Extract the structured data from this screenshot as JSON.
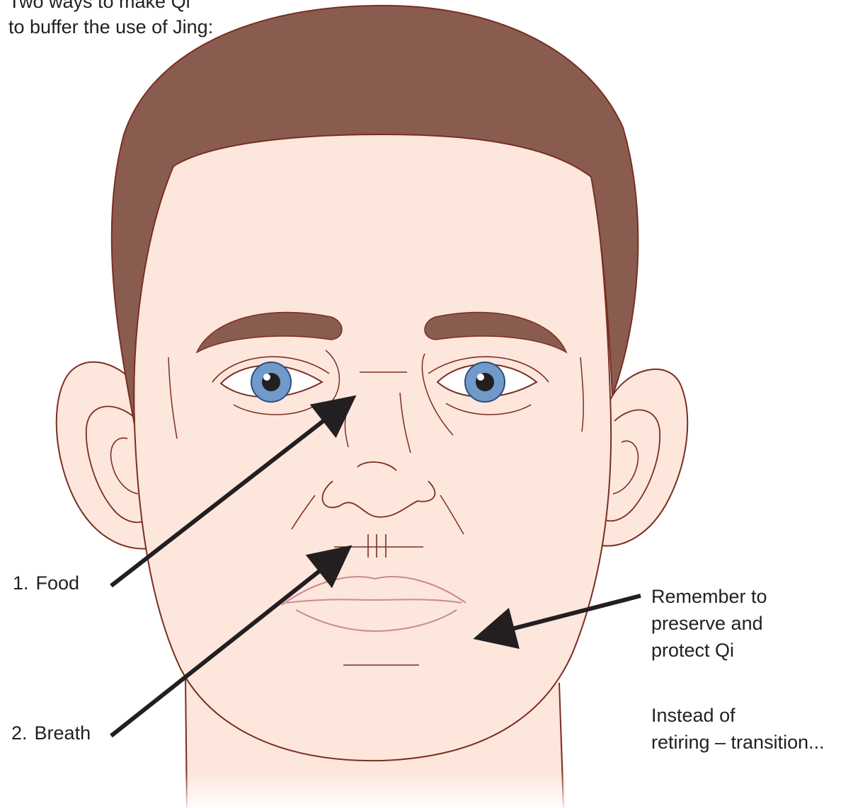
{
  "intro": {
    "line1": "Two ways to make Qi",
    "line2": "to buffer the use of Jing:"
  },
  "labels": {
    "food": {
      "number": "1.",
      "text": "Food"
    },
    "breath": {
      "number": "2.",
      "text": "Breath"
    },
    "remember": {
      "line1": "Remember to",
      "line2": "preserve and",
      "line3": "protect Qi"
    },
    "instead": {
      "line1": "Instead of",
      "line2": "retiring – transition..."
    }
  },
  "colors": {
    "hair": "#8a5c50",
    "skin": "#fde6dc",
    "outline": "#7a2e22",
    "line": "#231f20",
    "iris": "#6f9ac9",
    "lip_line": "#c98a92"
  }
}
